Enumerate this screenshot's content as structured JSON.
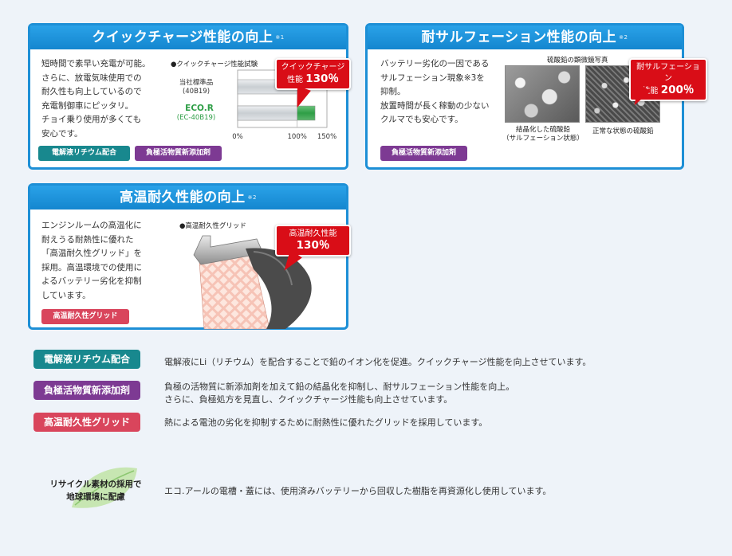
{
  "quick": {
    "title": "クイックチャージ性能の向上",
    "note": "※1",
    "text": [
      "短時間で素早い充電が可能。",
      "さらに、放電気味使用での",
      "耐久性も向上しているので",
      "充電制御車にピッタリ。",
      "チョイ乗り使用が多くても",
      "安心です。"
    ],
    "chart_title": "●クイックチャージ性能試験",
    "callout_line1": "クイックチャージ",
    "callout_line2_prefix": "性能",
    "callout_value": "130％",
    "tags": [
      "電解液リチウム配合",
      "負極活物質新添加剤"
    ],
    "chart_data": {
      "type": "bar",
      "orientation": "horizontal",
      "title": "●クイックチャージ性能試験",
      "categories": [
        "当社標準品\n(40B19)",
        "ECO.R\n(EC-40B19)"
      ],
      "category_lines": [
        [
          "当社標準品",
          "(40B19)"
        ],
        [
          "ECO.R",
          "(EC-40B19)"
        ]
      ],
      "values": [
        100,
        130
      ],
      "xticks": [
        "0%",
        "100%",
        "150%"
      ],
      "xtick_values": [
        0,
        100,
        150
      ],
      "xlim": [
        0,
        150
      ],
      "colors": [
        "#c9ced2",
        "#2e9e46"
      ]
    }
  },
  "sulfation": {
    "title": "耐サルフェーション性能の向上",
    "note": "※2",
    "text": [
      "バッテリー劣化の一因である",
      "サルフェーション現象※3を",
      "抑制。",
      "放置時間が長く稼動の少ない",
      "クルマでも安心です。"
    ],
    "photo_title": "硫酸鉛の顕微鏡写真",
    "photo_left_caption": [
      "結晶化した硫酸鉛",
      "（サルフェーション状態）"
    ],
    "photo_right_caption": "正常な状態の硫酸鉛",
    "callout_line1": "耐サルフェーション",
    "callout_line2_prefix": "性能",
    "callout_value": "200％",
    "tag": "負極活物質新添加剤"
  },
  "heat": {
    "title": "高温耐久性能の向上",
    "note": "※2",
    "text": [
      "エンジンルームの高温化に",
      "耐えうる耐熱性に優れた",
      "「高温耐久性グリッド」を",
      "採用。高温環境での使用に",
      "よるバッテリー劣化を抑制",
      "しています。"
    ],
    "figure_title": "●高温耐久性グリッド",
    "callout_line1": "高温耐久性能",
    "callout_value": "130％",
    "tag": "高温耐久性グリッド"
  },
  "legend": [
    {
      "label": "電解液リチウム配合",
      "desc": [
        "電解液にLi（リチウム）を配合することで鉛のイオン化を促進。クイックチャージ性能を向上させています。"
      ]
    },
    {
      "label": "負極活物質新添加剤",
      "desc": [
        "負極の活物質に新添加剤を加えて鉛の結晶化を抑制し、耐サルフェーション性能を向上。",
        "さらに、負極処方を見直し、クイックチャージ性能も向上させています。"
      ]
    },
    {
      "label": "高温耐久性グリッド",
      "desc": [
        "熱による電池の劣化を抑制するために耐熱性に優れたグリッドを採用しています。"
      ]
    }
  ],
  "recycle": {
    "badge_lines": [
      "リサイクル素材の採用で",
      "地球環境に配慮"
    ],
    "desc": "エコ.アールの電槽・蓋には、使用済みバッテリーから回収した樹脂を再資源化し使用しています。"
  },
  "colors": {
    "header_blue": "#1d8fd6",
    "teal": "#18888e",
    "purple": "#7d3a93",
    "pink": "#d9455c",
    "callout_red": "#d90d17",
    "eco_green": "#2e9e46"
  }
}
